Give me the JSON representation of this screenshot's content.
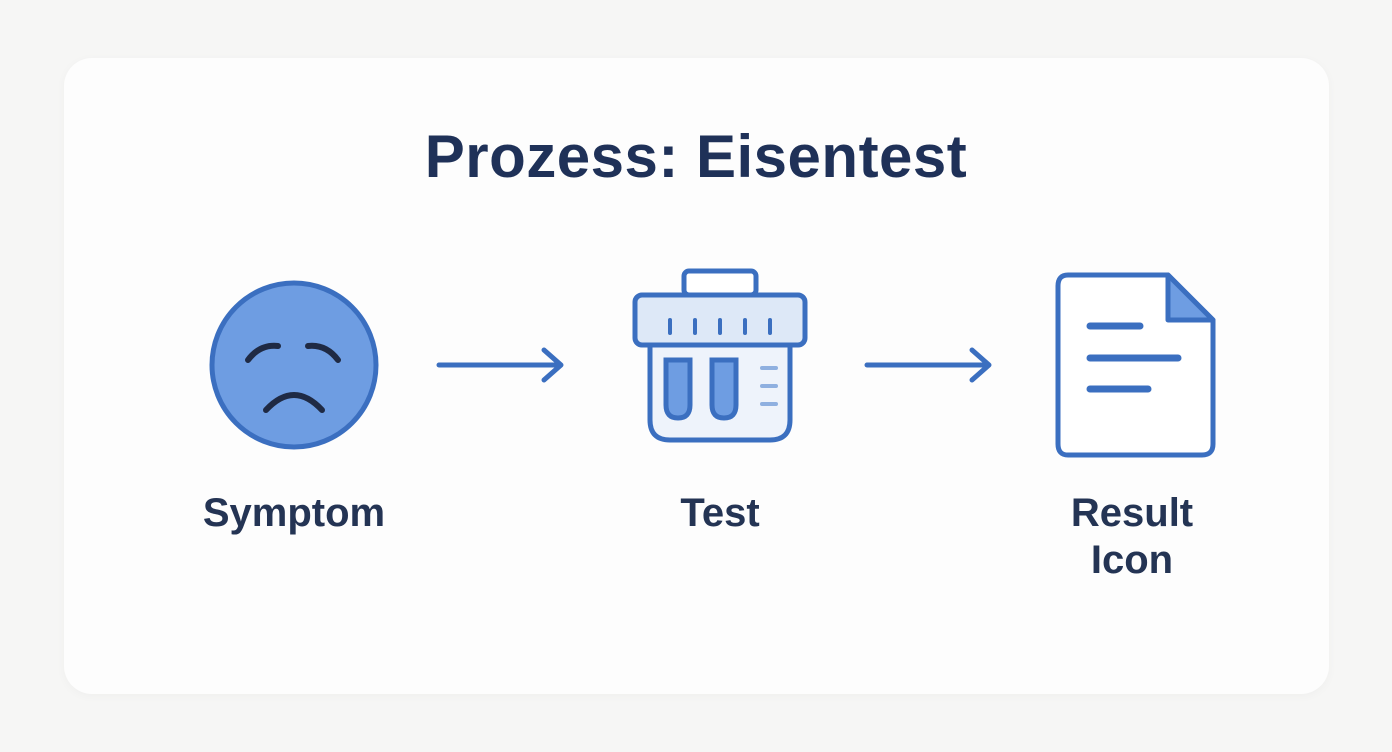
{
  "title": "Prozess: Eisentest",
  "colors": {
    "accent": "#3b6fc0",
    "fill": "#6e9de2",
    "text": "#243454",
    "title": "#1f3158",
    "background": "#f6f6f5",
    "card": "#fdfdfd"
  },
  "steps": [
    {
      "label": "Symptom",
      "icon": "sad-face-icon"
    },
    {
      "label": "Test",
      "icon": "test-tube-container-icon"
    },
    {
      "label_line1": "Result",
      "label_line2": "Icon",
      "icon": "document-icon"
    }
  ],
  "arrows": [
    "arrow-right-icon",
    "arrow-right-icon"
  ]
}
